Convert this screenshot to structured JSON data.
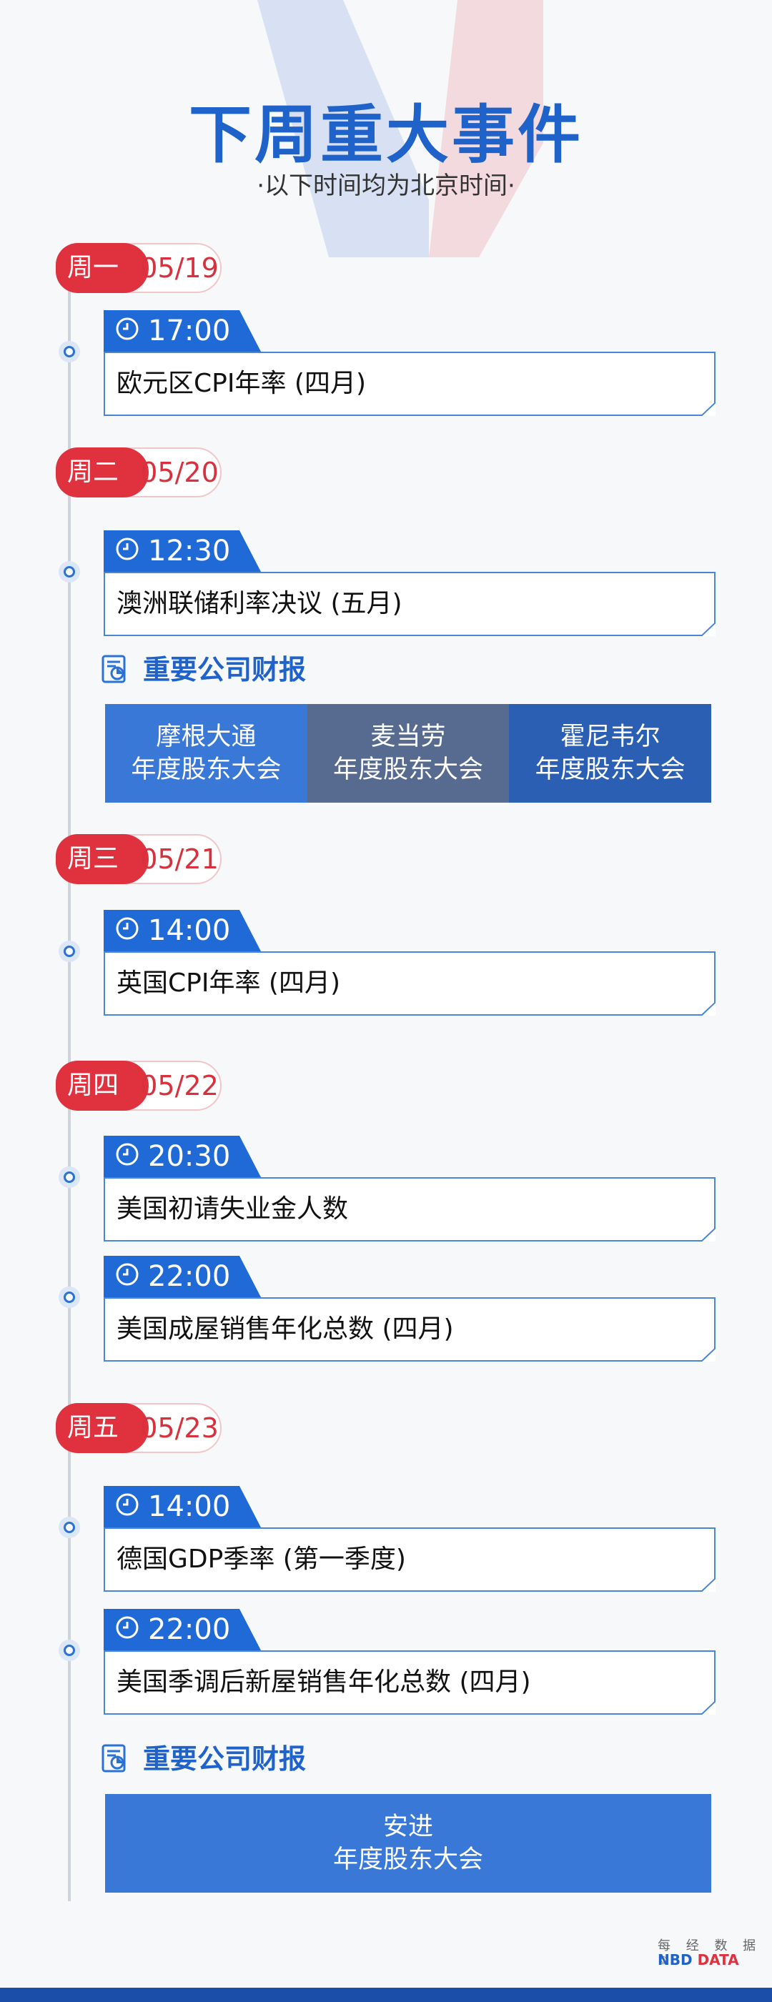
{
  "header": {
    "title": "下周重大事件",
    "subtitle": "·以下时间均为北京时间·"
  },
  "days": [
    {
      "weekday": "周一",
      "date": "05/19"
    },
    {
      "weekday": "周二",
      "date": "05/20"
    },
    {
      "weekday": "周三",
      "date": "05/21"
    },
    {
      "weekday": "周四",
      "date": "05/22"
    },
    {
      "weekday": "周五",
      "date": "05/23"
    }
  ],
  "events": [
    {
      "time": "17:00",
      "text": "欧元区CPI年率 (四月)"
    },
    {
      "time": "12:30",
      "text": "澳洲联储利率决议 (五月)"
    },
    {
      "time": "14:00",
      "text": "英国CPI年率 (四月)"
    },
    {
      "time": "20:30",
      "text": "美国初请失业金人数"
    },
    {
      "time": "22:00",
      "text": "美国成屋销售年化总数 (四月)"
    },
    {
      "time": "14:00",
      "text": "德国GDP季率 (第一季度)"
    },
    {
      "time": "22:00",
      "text": "美国季调后新屋销售年化总数 (四月)"
    }
  ],
  "earnings": [
    {
      "label": "重要公司财报",
      "companies": [
        {
          "name": "摩根大通",
          "event": "年度股东大会",
          "color": "#3a78d8"
        },
        {
          "name": "麦当劳",
          "event": "年度股东大会",
          "color": "#566b8f"
        },
        {
          "name": "霍尼韦尔",
          "event": "年度股东大会",
          "color": "#2b5fb4"
        }
      ]
    },
    {
      "label": "重要公司财报",
      "companies": [
        {
          "name": "安进",
          "event": "年度股东大会",
          "color": "#3a78d8"
        }
      ]
    }
  ],
  "footer": {
    "brand_cn": "每 经 数 据",
    "brand_en_1": "NBD",
    "brand_en_2": "DATA",
    "copyright": "©"
  },
  "colors": {
    "accent_blue": "#1f6ad6",
    "accent_red": "#e0313f"
  }
}
